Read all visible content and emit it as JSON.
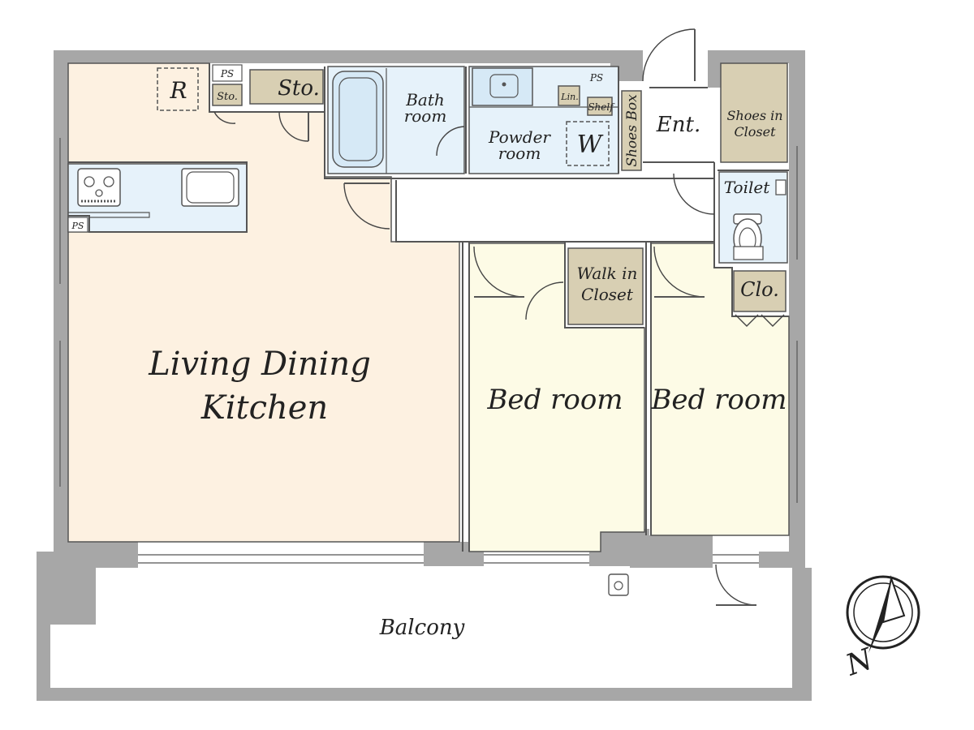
{
  "colors": {
    "ldk": "#fdf1e1",
    "bedroom": "#fdfbe6",
    "wet": "#e6f2fa",
    "storage": "#d8cfb3",
    "wall": "#8e8e8e",
    "hall": "#ffffff",
    "balcony": "#ffffff"
  },
  "rooms": {
    "ldk": "Living Dining",
    "ldk2": "Kitchen",
    "bed1": "Bed room",
    "bed2": "Bed room",
    "balcony": "Balcony",
    "bath1": "Bath",
    "bath2": "room",
    "powder1": "Powder",
    "powder2": "room",
    "entrance": "Ent.",
    "toilet": "Toilet",
    "shoes_closet1": "Shoes in",
    "shoes_closet2": "Closet",
    "walkin1": "Walk in",
    "walkin2": "Closet",
    "clo": "Clo.",
    "sto_large": "Sto.",
    "sto_small": "Sto.",
    "shoes_box": "Shoes Box",
    "shelf": "Shelf",
    "lin": "Lin.",
    "washer": "W",
    "fridge": "R",
    "ps1": "PS",
    "ps2": "PS",
    "ps3": "PS"
  },
  "compass": {
    "north_label": "N"
  }
}
